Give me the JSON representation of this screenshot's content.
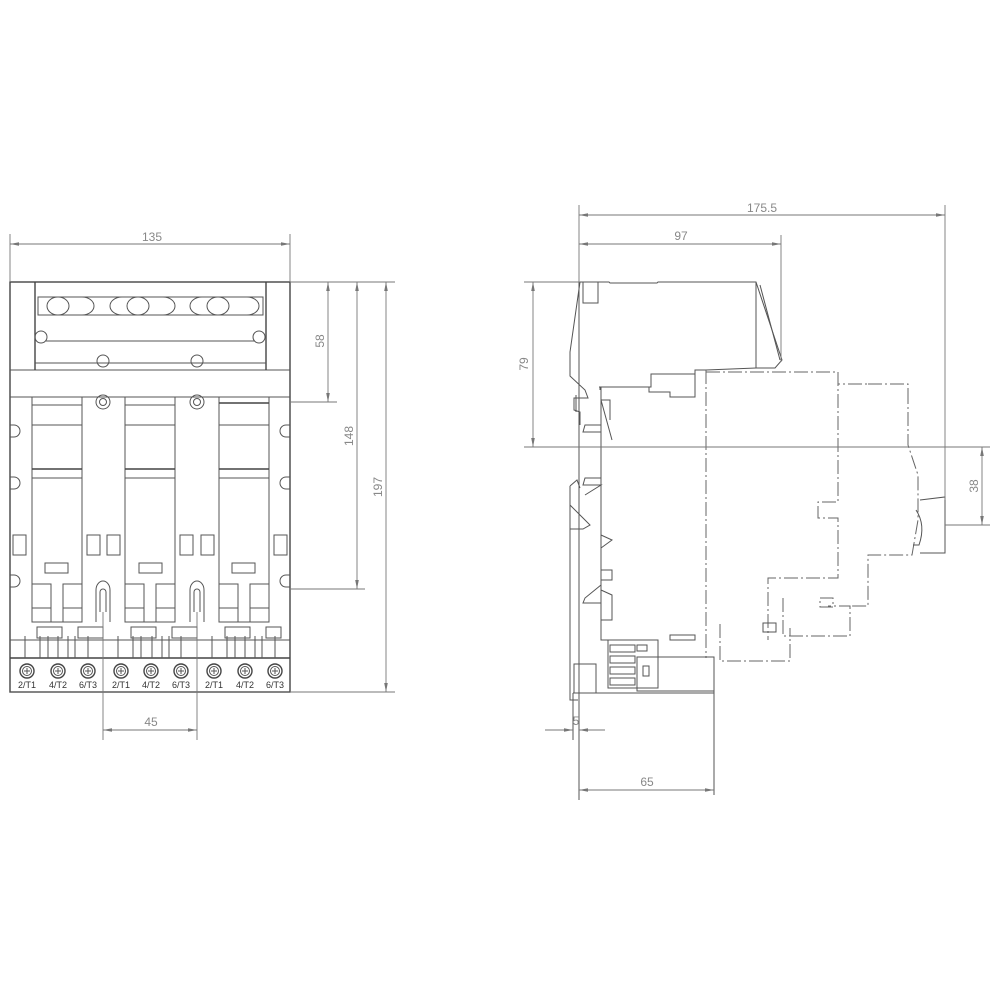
{
  "drawing": {
    "type": "dimensional-drawing",
    "front_view": {
      "dimensions": {
        "overall_width": "135",
        "top_section_height": "58",
        "mounting_height": "148",
        "overall_height": "197",
        "pole_pitch": "45"
      },
      "terminal_labels": [
        "2/T1",
        "4/T2",
        "6/T3",
        "2/T1",
        "4/T2",
        "6/T3",
        "2/T1",
        "4/T2",
        "6/T3"
      ]
    },
    "side_view": {
      "dimensions": {
        "overall_depth": "175.5",
        "upper_depth": "97",
        "upper_height": "79",
        "knob_offset": "38",
        "rail_offset": "5",
        "base_depth": "65"
      }
    }
  }
}
